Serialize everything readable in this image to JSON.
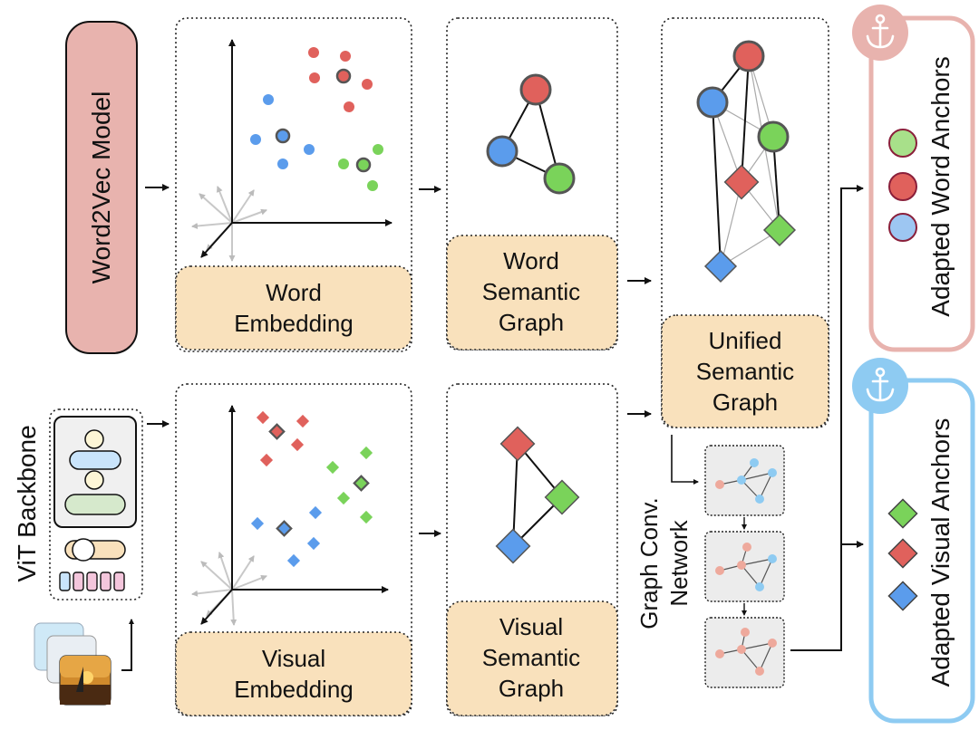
{
  "colors": {
    "red": "#e0615c",
    "green": "#7ad35a",
    "blue": "#5b9cec",
    "beige": "#f9e1bc",
    "word_panel": "#e8b3ae",
    "word_border": "#e8b3ae",
    "visual_border": "#8ecbf2",
    "node_grey": "#f0f0f0"
  },
  "word2vec": {
    "label": "Word2Vec Model"
  },
  "vit": {
    "label": "ViT Backbone"
  },
  "word_embedding": {
    "line1": "Word",
    "line2": "Embedding"
  },
  "visual_embedding": {
    "line1": "Visual",
    "line2": "Embedding"
  },
  "word_semantic_graph": {
    "line1": "Word",
    "line2": "Semantic",
    "line3": "Graph"
  },
  "visual_semantic_graph": {
    "line1": "Visual",
    "line2": "Semantic",
    "line3": "Graph"
  },
  "unified_semantic_graph": {
    "line1": "Unified",
    "line2": "Semantic",
    "line3": "Graph"
  },
  "gcn": {
    "line1": "Graph Conv.",
    "line2": "Network"
  },
  "word_anchors": {
    "label": "Adapted Word Anchors",
    "icon": "anchor-icon"
  },
  "visual_anchors": {
    "label": "Adapted Visual Anchors",
    "icon": "anchor-icon"
  }
}
